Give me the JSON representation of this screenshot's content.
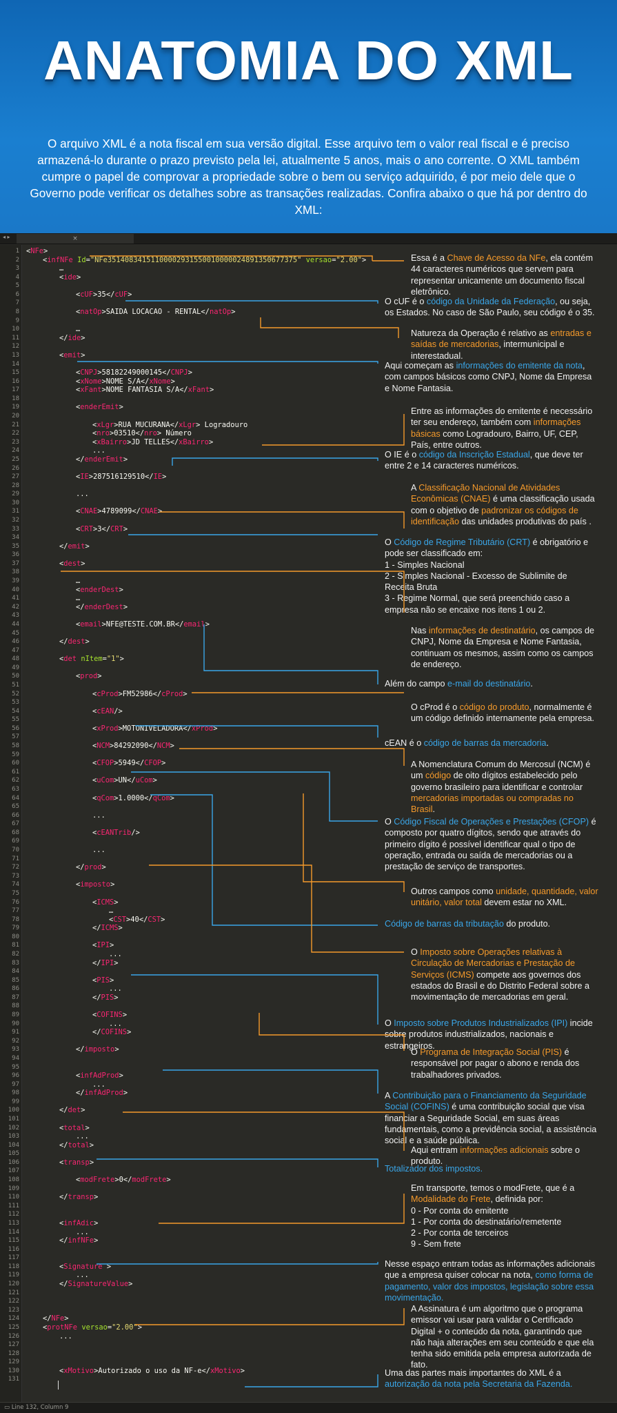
{
  "header": {
    "title": "ANATOMIA DO XML",
    "intro": "O arquivo XML é a nota fiscal em sua versão digital. Esse arquivo tem o valor real fiscal e é preciso armazená-lo durante o prazo previsto pela lei, atualmente 5 anos, mais o ano corrente. O XML também cumpre o papel de comprovar a propriedade sobre o bem ou serviço adquirido, é por meio dele que o Governo pode verificar os detalhes sobre as transações realizadas. Confira abaixo o que há por dentro do XML:"
  },
  "editor": {
    "tab_marker": "×",
    "status": "Line 132, Column 9"
  },
  "colors": {
    "orange": "#f59a2b",
    "blue": "#3aa6e8",
    "tag": "#f92672",
    "attr": "#a6e22e",
    "string": "#e6db74"
  },
  "code_lines": [
    {
      "ind": 0,
      "html": "<span class='tx'>&lt;</span><span class='tg'>NFe</span><span class='tx'>&gt;</span>"
    },
    {
      "ind": 1,
      "html": "<span class='tx'>&lt;</span><span class='tg'>infNFe</span> <span class='at'>Id</span>=<span class='st'>\"NFe35140834151100002931550010000024891350677375\"</span> <span class='at'>versao</span>=<span class='st'>\"2.00\"</span><span class='tx'>&gt;</span>"
    },
    {
      "ind": 2,
      "html": "…"
    },
    {
      "ind": 2,
      "html": "&lt;<span class='tg'>ide</span>&gt;"
    },
    {
      "ind": 2,
      "html": ""
    },
    {
      "ind": 3,
      "html": "&lt;<span class='tg'>cUF</span>&gt;35&lt;/<span class='tg'>cUF</span>&gt;"
    },
    {
      "ind": 2,
      "html": ""
    },
    {
      "ind": 3,
      "html": "&lt;<span class='tg'>natOp</span>&gt;SAIDA LOCACAO - RENTAL&lt;/<span class='tg'>natOp</span>&gt;"
    },
    {
      "ind": 2,
      "html": ""
    },
    {
      "ind": 3,
      "html": "…"
    },
    {
      "ind": 2,
      "html": "&lt;/<span class='tg'>ide</span>&gt;"
    },
    {
      "ind": 2,
      "html": ""
    },
    {
      "ind": 2,
      "html": "&lt;<span class='tg'>emit</span>&gt;"
    },
    {
      "ind": 2,
      "html": ""
    },
    {
      "ind": 3,
      "html": "&lt;<span class='tg'>CNPJ</span>&gt;58182249000145&lt;/<span class='tg'>CNPJ</span>&gt;"
    },
    {
      "ind": 3,
      "html": "&lt;<span class='tg'>xNome</span>&gt;NOME S/A&lt;/<span class='tg'>xNome</span>&gt;"
    },
    {
      "ind": 3,
      "html": "&lt;<span class='tg'>xFant</span>&gt;NOME FANTASIA S/A&lt;/<span class='tg'>xFant</span>&gt;"
    },
    {
      "ind": 2,
      "html": ""
    },
    {
      "ind": 3,
      "html": "&lt;<span class='tg'>enderEmit</span>&gt;"
    },
    {
      "ind": 2,
      "html": ""
    },
    {
      "ind": 4,
      "html": "&lt;<span class='tg'>xLgr</span>&gt;RUA MUCURANA&lt;/<span class='tg'>xLgr</span>&gt; Logradouro"
    },
    {
      "ind": 4,
      "html": "&lt;<span class='tg'>nro</span>&gt;03510&lt;/<span class='tg'>nro</span>&gt; Número"
    },
    {
      "ind": 4,
      "html": "&lt;<span class='tg'>xBairro</span>&gt;JD TELLES&lt;/<span class='tg'>xBairro</span>&gt;"
    },
    {
      "ind": 4,
      "html": "..."
    },
    {
      "ind": 3,
      "html": "&lt;/<span class='tg'>enderEmit</span>&gt;"
    },
    {
      "ind": 2,
      "html": ""
    },
    {
      "ind": 3,
      "html": "&lt;<span class='tg'>IE</span>&gt;287516129510&lt;/<span class='tg'>IE</span>&gt;"
    },
    {
      "ind": 2,
      "html": ""
    },
    {
      "ind": 3,
      "html": "..."
    },
    {
      "ind": 2,
      "html": ""
    },
    {
      "ind": 3,
      "html": "&lt;<span class='tg'>CNAE</span>&gt;4789099&lt;/<span class='tg'>CNAE</span>&gt;"
    },
    {
      "ind": 2,
      "html": ""
    },
    {
      "ind": 3,
      "html": "&lt;<span class='tg'>CRT</span>&gt;3&lt;/<span class='tg'>CRT</span>&gt;"
    },
    {
      "ind": 2,
      "html": ""
    },
    {
      "ind": 2,
      "html": "&lt;/<span class='tg'>emit</span>&gt;"
    },
    {
      "ind": 2,
      "html": ""
    },
    {
      "ind": 2,
      "html": "&lt;<span class='tg'>dest</span>&gt;"
    },
    {
      "ind": 2,
      "html": ""
    },
    {
      "ind": 3,
      "html": "…"
    },
    {
      "ind": 3,
      "html": "&lt;<span class='tg'>enderDest</span>&gt;"
    },
    {
      "ind": 3,
      "html": "…"
    },
    {
      "ind": 3,
      "html": "&lt;/<span class='tg'>enderDest</span>&gt;"
    },
    {
      "ind": 2,
      "html": ""
    },
    {
      "ind": 3,
      "html": "&lt;<span class='tg'>email</span>&gt;NFE@TESTE.COM.BR&lt;/<span class='tg'>email</span>&gt;"
    },
    {
      "ind": 2,
      "html": ""
    },
    {
      "ind": 2,
      "html": "&lt;/<span class='tg'>dest</span>&gt;"
    },
    {
      "ind": 2,
      "html": ""
    },
    {
      "ind": 2,
      "html": "&lt;<span class='tg'>det</span> <span class='at'>nItem</span>=<span class='st'>\"1\"</span>&gt;"
    },
    {
      "ind": 2,
      "html": ""
    },
    {
      "ind": 3,
      "html": "&lt;<span class='tg'>prod</span>&gt;"
    },
    {
      "ind": 2,
      "html": ""
    },
    {
      "ind": 4,
      "html": "&lt;<span class='tg'>cProd</span>&gt;FM52986&lt;/<span class='tg'>cProd</span>&gt;"
    },
    {
      "ind": 2,
      "html": ""
    },
    {
      "ind": 4,
      "html": "&lt;<span class='tg'>cEAN</span>/&gt;"
    },
    {
      "ind": 2,
      "html": ""
    },
    {
      "ind": 4,
      "html": "&lt;<span class='tg'>xProd</span>&gt;MOTONIVELADORA&lt;/<span class='tg'>xProd</span>&gt;"
    },
    {
      "ind": 2,
      "html": ""
    },
    {
      "ind": 4,
      "html": "&lt;<span class='tg'>NCM</span>&gt;84292090&lt;/<span class='tg'>NCM</span>&gt;"
    },
    {
      "ind": 2,
      "html": ""
    },
    {
      "ind": 4,
      "html": "&lt;<span class='tg'>CFOP</span>&gt;5949&lt;/<span class='tg'>CFOP</span>&gt;"
    },
    {
      "ind": 2,
      "html": ""
    },
    {
      "ind": 4,
      "html": "&lt;<span class='tg'>uCom</span>&gt;UN&lt;/<span class='tg'>uCom</span>&gt;"
    },
    {
      "ind": 2,
      "html": ""
    },
    {
      "ind": 4,
      "html": "&lt;<span class='tg'>qCom</span>&gt;1.0000&lt;/<span class='tg'>qCom</span>&gt;"
    },
    {
      "ind": 2,
      "html": ""
    },
    {
      "ind": 4,
      "html": "..."
    },
    {
      "ind": 2,
      "html": ""
    },
    {
      "ind": 4,
      "html": "&lt;<span class='tg'>cEANTrib</span>/&gt;"
    },
    {
      "ind": 2,
      "html": ""
    },
    {
      "ind": 4,
      "html": "..."
    },
    {
      "ind": 2,
      "html": ""
    },
    {
      "ind": 3,
      "html": "&lt;/<span class='tg'>prod</span>&gt;"
    },
    {
      "ind": 2,
      "html": ""
    },
    {
      "ind": 3,
      "html": "&lt;<span class='tg'>imposto</span>&gt;"
    },
    {
      "ind": 2,
      "html": ""
    },
    {
      "ind": 4,
      "html": "&lt;<span class='tg'>ICMS</span>&gt;"
    },
    {
      "ind": 5,
      "html": "…"
    },
    {
      "ind": 5,
      "html": "&lt;<span class='tg'>CST</span>&gt;40&lt;/<span class='tg'>CST</span>&gt;"
    },
    {
      "ind": 4,
      "html": "&lt;/<span class='tg'>ICMS</span>&gt;"
    },
    {
      "ind": 2,
      "html": ""
    },
    {
      "ind": 4,
      "html": "&lt;<span class='tg'>IPI</span>&gt;"
    },
    {
      "ind": 5,
      "html": "..."
    },
    {
      "ind": 4,
      "html": "&lt;/<span class='tg'>IPI</span>&gt;"
    },
    {
      "ind": 2,
      "html": ""
    },
    {
      "ind": 4,
      "html": "&lt;<span class='tg'>PIS</span>&gt;"
    },
    {
      "ind": 5,
      "html": "..."
    },
    {
      "ind": 4,
      "html": "&lt;/<span class='tg'>PIS</span>&gt;"
    },
    {
      "ind": 2,
      "html": ""
    },
    {
      "ind": 4,
      "html": "&lt;<span class='tg'>COFINS</span>&gt;"
    },
    {
      "ind": 5,
      "html": "..."
    },
    {
      "ind": 4,
      "html": "&lt;/<span class='tg'>COFINS</span>&gt;"
    },
    {
      "ind": 2,
      "html": ""
    },
    {
      "ind": 3,
      "html": "&lt;/<span class='tg'>imposto</span>&gt;"
    },
    {
      "ind": 2,
      "html": ""
    },
    {
      "ind": 2,
      "html": ""
    },
    {
      "ind": 3,
      "html": "&lt;<span class='tg'>infAdProd</span>&gt;"
    },
    {
      "ind": 4,
      "html": "..."
    },
    {
      "ind": 3,
      "html": "&lt;/<span class='tg'>infAdProd</span>&gt;"
    },
    {
      "ind": 2,
      "html": ""
    },
    {
      "ind": 2,
      "html": "&lt;/<span class='tg'>det</span>&gt;"
    },
    {
      "ind": 2,
      "html": ""
    },
    {
      "ind": 2,
      "html": "&lt;<span class='tg'>total</span>&gt;"
    },
    {
      "ind": 3,
      "html": "..."
    },
    {
      "ind": 2,
      "html": "&lt;/<span class='tg'>total</span>&gt;"
    },
    {
      "ind": 2,
      "html": ""
    },
    {
      "ind": 2,
      "html": "&lt;<span class='tg'>transp</span>&gt;"
    },
    {
      "ind": 2,
      "html": ""
    },
    {
      "ind": 3,
      "html": "&lt;<span class='tg'>modFrete</span>&gt;0&lt;/<span class='tg'>modFrete</span>&gt;"
    },
    {
      "ind": 2,
      "html": ""
    },
    {
      "ind": 2,
      "html": "&lt;/<span class='tg'>transp</span>&gt;"
    },
    {
      "ind": 2,
      "html": ""
    },
    {
      "ind": 2,
      "html": ""
    },
    {
      "ind": 2,
      "html": "&lt;<span class='tg'>infAdic</span>&gt;"
    },
    {
      "ind": 3,
      "html": "..."
    },
    {
      "ind": 2,
      "html": "&lt;/<span class='tg'>infNFe</span>&gt;"
    },
    {
      "ind": 2,
      "html": ""
    },
    {
      "ind": 2,
      "html": ""
    },
    {
      "ind": 2,
      "html": "&lt;<span class='tg'>Signature</span> &gt;"
    },
    {
      "ind": 3,
      "html": "..."
    },
    {
      "ind": 2,
      "html": "&lt;/<span class='tg'>SignatureValue</span>&gt;"
    },
    {
      "ind": 2,
      "html": ""
    },
    {
      "ind": 2,
      "html": ""
    },
    {
      "ind": 2,
      "html": ""
    },
    {
      "ind": 1,
      "html": "&lt;/<span class='tg'>NFe</span>&gt;"
    },
    {
      "ind": 1,
      "html": "&lt;<span class='tg'>protNFe</span> <span class='at'>versao</span>=<span class='st'>\"2.00\"</span>&gt;"
    },
    {
      "ind": 2,
      "html": "..."
    },
    {
      "ind": 2,
      "html": ""
    },
    {
      "ind": 2,
      "html": ""
    },
    {
      "ind": 2,
      "html": ""
    },
    {
      "ind": 2,
      "html": "&lt;<span class='tg'>xMotivo</span>&gt;Autorizado o uso da NF-e&lt;/<span class='tg'>xMotivo</span>&gt;"
    },
    {
      "ind": 2,
      "html": ""
    }
  ],
  "annotations": [
    {
      "html": "Essa é a <span class='o'>Chave de Acesso da NFe</span>, ela contém 44 caracteres numéricos que servem para representar unicamente um documento fiscal eletrônico."
    },
    {
      "html": "O cUF é o <span class='bl'>código da Unidade da Federação</span>, ou seja, os Estados. No caso de São Paulo, seu código é o 35."
    },
    {
      "html": "Natureza da Operação é relativo as <span class='o'>entradas e saídas de mercadorias</span>, intermunicipal e interestadual."
    },
    {
      "html": "Aqui começam as <span class='bl'>informações do emitente da nota</span>, com campos básicos como CNPJ, Nome da Empresa e Nome Fantasia."
    },
    {
      "html": "Entre as informações do emitente é necessário ter seu endereço, também com <span class='o'>informações básicas</span> como Logradouro, Bairro, UF, CEP, País, entre outros."
    },
    {
      "html": "O IE é o <span class='bl'>código da Inscrição Estadual</span>, que deve ter entre 2 e 14 caracteres numéricos."
    },
    {
      "html": "A <span class='o'>Classificação Nacional de Atividades Econômicas (CNAE)</span> é uma classificação usada com o objetivo de <span class='o'>padronizar os códigos de identificação</span> das unidades produtivas do país ."
    },
    {
      "html": "O <span class='bl'>Código de Regime Tributário (CRT)</span> é obrigatório e pode ser classificado em:<br>1 - Simples Nacional<br>2 - Simples Nacional - Excesso de Sublimite de Receita Bruta<br>3 - Regime Normal, que será preenchido caso a empresa não se encaixe nos itens 1 ou 2."
    },
    {
      "html": "Nas <span class='o'>informações de destinatário</span>, os campos de CNPJ, Nome da Empresa e Nome Fantasia, continuam os mesmos, assim como os campos de endereço."
    },
    {
      "html": "Além do campo <span class='bl'>e-mail do destinatário</span>."
    },
    {
      "html": "O cProd é o <span class='o'>código do produto</span>, normalmente é um código definido internamente pela empresa."
    },
    {
      "html": "cEAN é o <span class='bl'>código de barras da mercadoria</span>."
    },
    {
      "html": "A Nomenclatura Comum do Mercosul (NCM) é um <span class='o'>código</span> de oito dígitos estabelecido pelo governo brasileiro para identificar e controlar <span class='o'>mercadorias importadas ou compradas no Brasil</span>."
    },
    {
      "html": "O <span class='bl'>Código Fiscal de Operações e Prestações (CFOP)</span> é composto por quatro dígitos, sendo que através do primeiro dígito é possível identificar qual o tipo de operação, entrada ou saída de mercadorias ou a prestação de serviço de transportes."
    },
    {
      "html": "Outros campos como <span class='o'>unidade, quantidade, valor unitário, valor total</span> devem estar no XML."
    },
    {
      "html": "<span class='bl'>Código de barras da tributação</span> do produto."
    },
    {
      "html": "O <span class='o'>Imposto sobre Operações relativas à Circulação de Mercadorias e Prestação de Serviços (ICMS)</span> compete aos governos dos estados do Brasil e do Distrito Federal sobre a movimentação de mercadorias em geral."
    },
    {
      "html": "O <span class='bl'>Imposto sobre Produtos Industrializados (IPI)</span> incide sobre produtos industrializados, nacionais e estrangeiros."
    },
    {
      "html": "O <span class='o'>Programa de Integração Social (PIS)</span> é responsável por pagar o abono e renda dos trabalhadores privados."
    },
    {
      "html": "A <span class='bl'>Contribuição para o Financiamento da Seguridade Social (COFINS)</span> é uma contribuição social que visa financiar a Seguridade Social, em suas áreas fundamentais, como a previdência social, a assistência social e a saúde pública."
    },
    {
      "html": "Aqui entram <span class='o'>informações adicionais</span> sobre o produto."
    },
    {
      "html": "<span class='bl'>Totalizador dos impostos.</span>"
    },
    {
      "html": "Em transporte, temos o modFrete, que é a <span class='o'>Modalidade do Frete</span>, definida por:<br>0 - Por conta do emitente<br>1 - Por conta do destinatário/remetente<br>2 - Por conta de terceiros<br>9 - Sem frete"
    },
    {
      "html": "Nesse espaço entram todas as informações adicionais que a empresa quiser colocar na nota, <span class='bl'>como forma de pagamento, valor dos impostos, legislação sobre essa movimentação.</span>"
    },
    {
      "html": "A Assinatura é um algoritmo que o programa emissor vai usar para validar o Certificado Digital + o conteúdo da nota, garantindo que não haja alterações em seu conteúdo e que ela tenha sido emitida pela empresa autorizada de fato."
    },
    {
      "html": "Uma das partes mais importantes do XML é a <span class='bl'>autorização da nota pela Secretaria da Fazenda.</span>"
    }
  ]
}
